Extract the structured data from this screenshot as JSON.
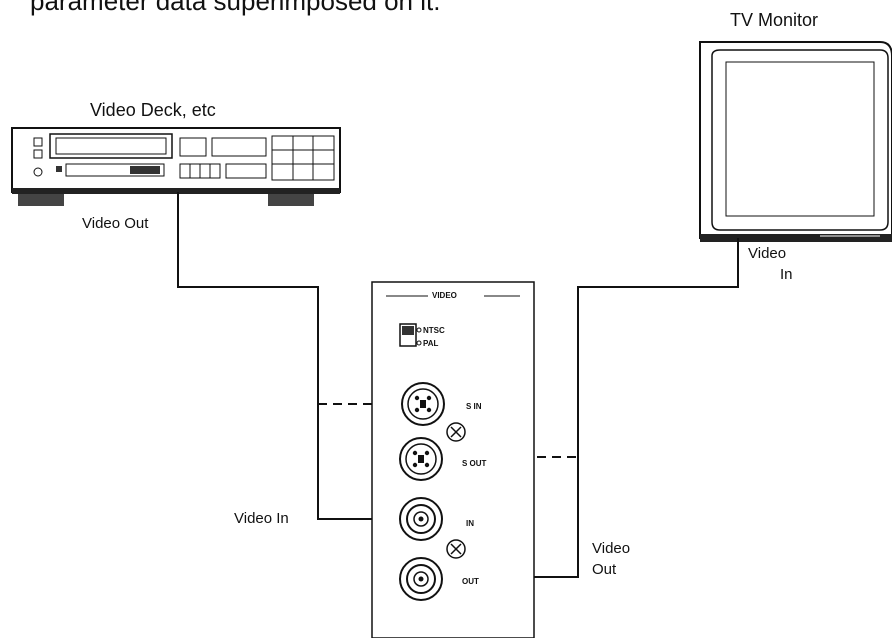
{
  "caption": "parameter data superimposed on it.",
  "devices": {
    "deck": {
      "title": "Video Deck, etc",
      "output_label": "Video Out"
    },
    "tv": {
      "title": "TV Monitor",
      "input_label_line1": "Video",
      "input_label_line2": "In"
    }
  },
  "panel": {
    "header": "VIDEO",
    "switch_options": [
      "NTSC",
      "PAL"
    ],
    "jacks": {
      "s_in": "S IN",
      "s_out": "S OUT",
      "video_in": "IN",
      "video_out": "OUT"
    }
  },
  "connection_labels": {
    "video_in": "Video In",
    "video_out_line1": "Video",
    "video_out_line2": "Out"
  },
  "colors": {
    "ink": "#111111",
    "background": "#ffffff"
  }
}
